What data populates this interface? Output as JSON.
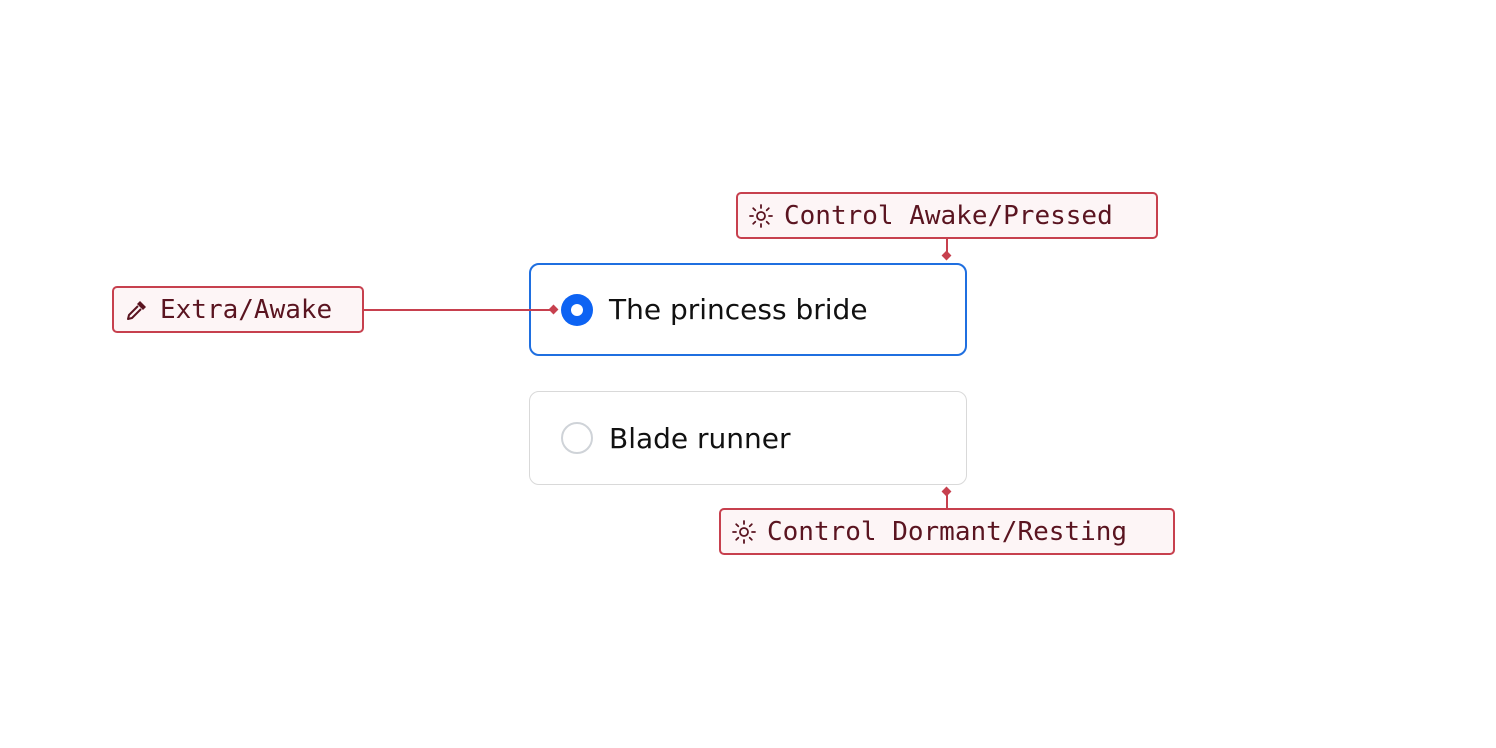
{
  "options": [
    {
      "label": "The princess bride",
      "selected": true
    },
    {
      "label": "Blade runner",
      "selected": false
    }
  ],
  "annotations": {
    "extra": {
      "label": "Extra/Awake",
      "icon": "eyedropper-icon"
    },
    "pressed": {
      "label": "Control Awake/Pressed",
      "icon": "sun-icon"
    },
    "resting": {
      "label": "Control Dormant/Resting",
      "icon": "sun-icon"
    }
  },
  "colors": {
    "accent": "#0d63f3",
    "selected_border": "#1f6fe0",
    "annotation": "#c7404e",
    "annotation_text": "#5a1420",
    "annotation_bg": "#fdf5f6"
  }
}
